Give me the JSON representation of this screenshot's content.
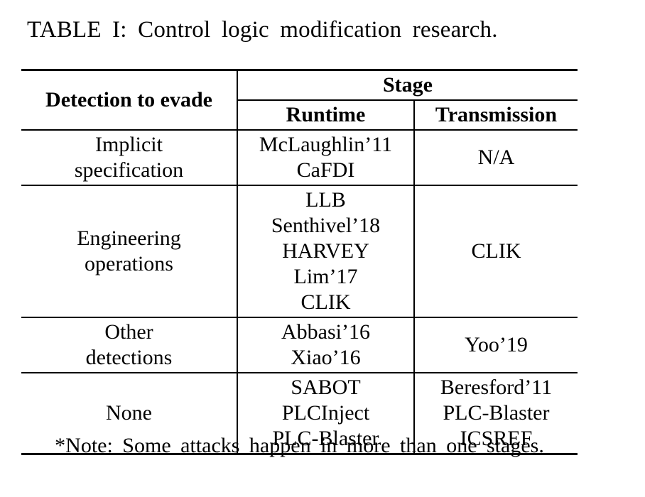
{
  "title": "TABLE I: Control logic modification research.",
  "table": {
    "header": {
      "detection_col": "Detection to evade",
      "stage_group": "Stage",
      "runtime_col": "Runtime",
      "transmission_col": "Transmission"
    },
    "rows": [
      {
        "detection": [
          "Implicit",
          "specification"
        ],
        "runtime": [
          "McLaughlin’11",
          "CaFDI"
        ],
        "transmission": [
          "N/A"
        ]
      },
      {
        "detection": [
          "Engineering",
          "operations"
        ],
        "runtime": [
          "LLB",
          "Senthivel’18",
          "HARVEY",
          "Lim’17",
          "CLIK"
        ],
        "transmission": [
          "CLIK"
        ]
      },
      {
        "detection": [
          "Other",
          "detections"
        ],
        "runtime": [
          "Abbasi’16",
          "Xiao’16"
        ],
        "transmission": [
          "Yoo’19"
        ]
      },
      {
        "detection": [
          "None"
        ],
        "runtime": [
          "SABOT",
          "PLCInject",
          "PLC-Blaster"
        ],
        "transmission": [
          "Beresford’11",
          "PLC-Blaster",
          "ICSREF"
        ]
      }
    ],
    "note": "*Note: Some attacks happen in more than one stages."
  },
  "colors": {
    "background": "#ffffff",
    "text": "#000000",
    "border": "#000000"
  }
}
